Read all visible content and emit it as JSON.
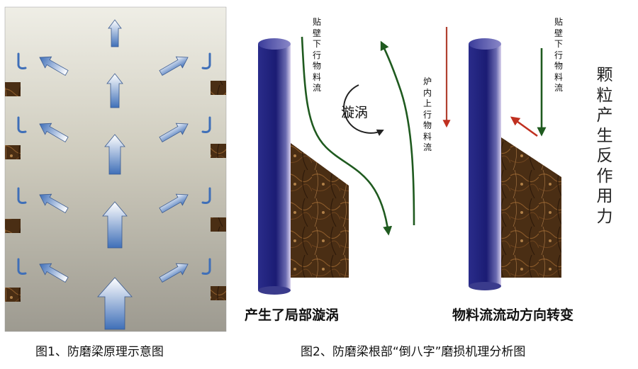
{
  "figure1": {
    "caption": "图1、防磨梁原理示意图"
  },
  "figure2": {
    "caption": "图2、防磨梁根部“倒八字”磨损机理分析图",
    "left_panel": {
      "wall_down_flow": "贴壁下行物料流",
      "furnace_up_flow": "炉内上行物料流",
      "vortex": "漩涡",
      "bottom_label": "产生了局部漩涡"
    },
    "right_panel": {
      "wall_down_flow": "贴壁下行物料流",
      "reaction": "颗粒产生反作用力",
      "bottom_label": "物料流流动方向转变"
    }
  },
  "colors": {
    "tube_dark": "#1a1a7a",
    "tube_light": "#c8c0e0",
    "beam_brown": "#4a2e14",
    "flow_green": "#1f5a1f",
    "flow_red": "#b04030",
    "arrow_blue": "#4f7fc4"
  }
}
